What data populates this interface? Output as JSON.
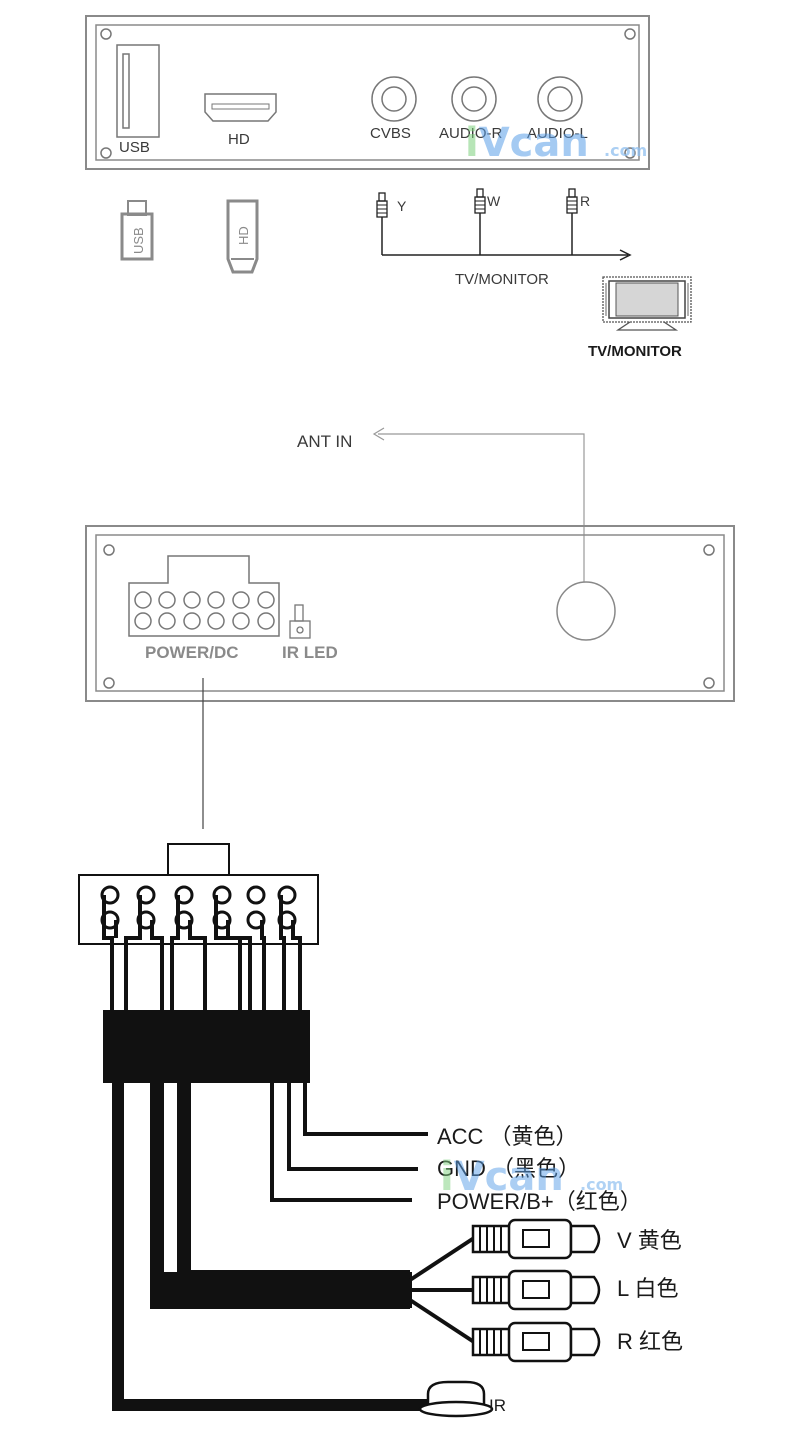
{
  "front_panel": {
    "usb": "USB",
    "hd": "HD",
    "cvbs": "CVBS",
    "audio_r": "AUDIO-R",
    "audio_l": "AUDIO-L"
  },
  "plugs": {
    "usb": "USB",
    "hd": "HD"
  },
  "rca_cable": {
    "y": "Y",
    "w": "W",
    "r": "R",
    "line_label": "TV/MONITOR"
  },
  "monitor_label": "TV/MONITOR",
  "antenna_label": "ANT IN",
  "rear_panel": {
    "power_dc": "POWER/DC",
    "ir_led": "IR LED"
  },
  "harness": {
    "acc": "ACC （黄色）",
    "gnd": "GND （黑色）",
    "power": "POWER/B+（红色）",
    "v": "V 黄色",
    "l": "L 白色",
    "r": "R 红色",
    "ir": "IR"
  },
  "watermark": {
    "text": "iVcan",
    "suffix": ".com",
    "colors": {
      "i": "#7ed07e",
      "text": "#5a9fe8",
      "suffix": "#8fbff0"
    }
  }
}
